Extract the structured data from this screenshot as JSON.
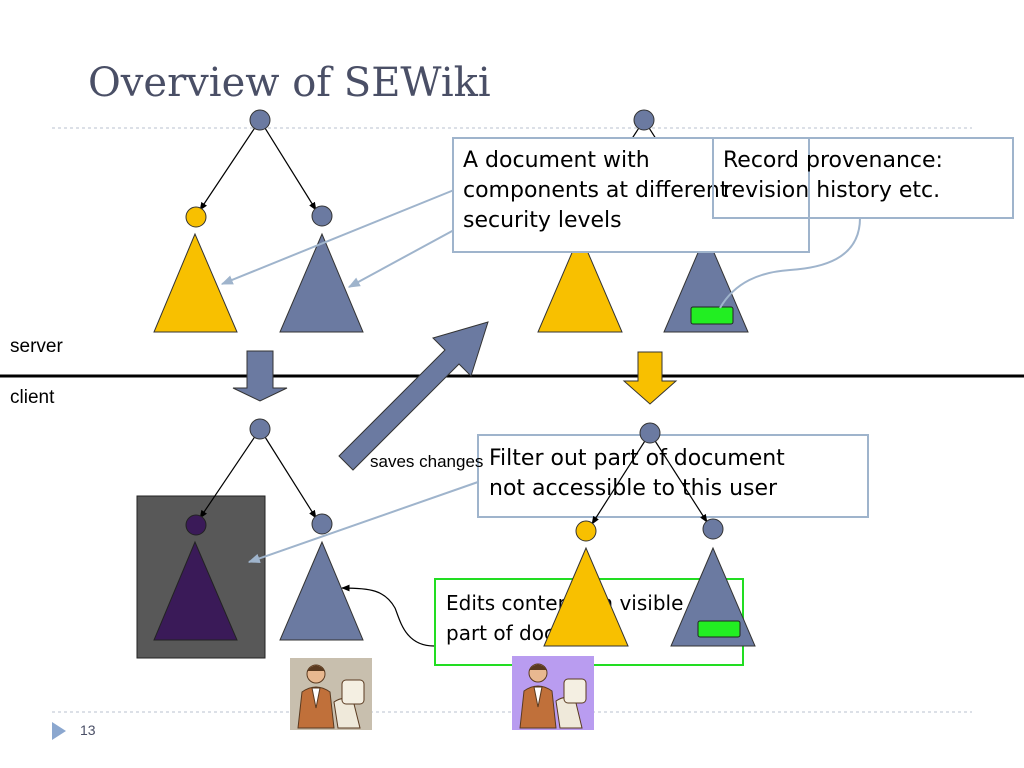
{
  "slide": {
    "title": "Overview of SEWiki",
    "page_number": "13"
  },
  "labels": {
    "server": "server",
    "client": "client",
    "saves_changes": "saves changes"
  },
  "callouts": {
    "document": [
      "A document with",
      "components at different",
      "security levels"
    ],
    "provenance": [
      "Record provenance:",
      "revision history etc."
    ],
    "filter": [
      "Filter out part of document",
      "not accessible to this user"
    ],
    "edits": [
      "Edits contents in visible",
      "part of document"
    ]
  },
  "colors": {
    "title": "#4a4f66",
    "node": "#6b7aa1",
    "yellow": "#f8c000",
    "slate": "#6b7aa1",
    "hidden": "#3a1a58",
    "dark_box": "#585858",
    "green": "#22ee22",
    "callout_border": "#9fb4cc",
    "edits_border": "#22dd22"
  }
}
